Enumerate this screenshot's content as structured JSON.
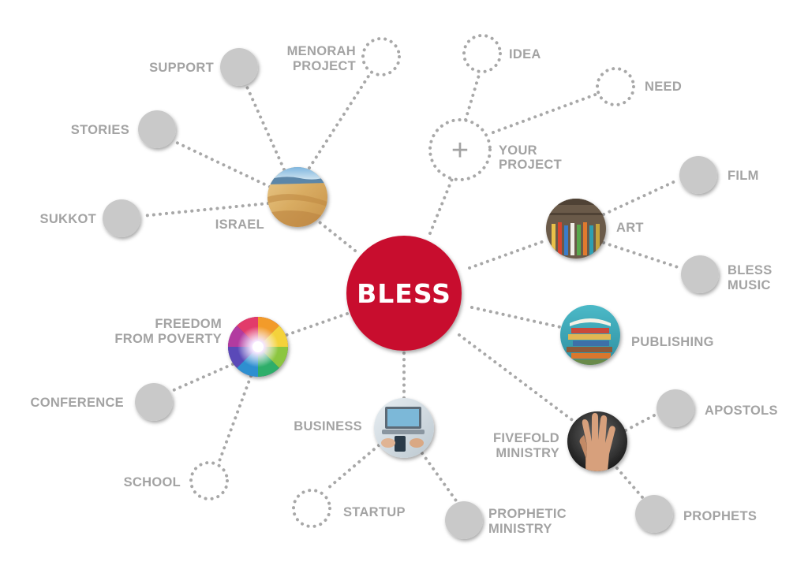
{
  "center": {
    "label": "BLESS",
    "color": "#c8102e"
  },
  "colors": {
    "node_gray": "#c9c9c9",
    "text_gray": "#a3a3a3",
    "dots": "#a8a8a8"
  },
  "nodes": {
    "israel": {
      "label": "ISRAEL"
    },
    "support": {
      "label": "SUPPORT"
    },
    "menorah": {
      "line1": "MENORAH",
      "line2": "PROJECT"
    },
    "stories": {
      "label": "STORIES"
    },
    "sukkot": {
      "label": "SUKKOT"
    },
    "your_project": {
      "line1": "YOUR",
      "line2": "PROJECT",
      "symbol": "+"
    },
    "idea": {
      "label": "IDEA"
    },
    "need": {
      "label": "NEED"
    },
    "art": {
      "label": "ART"
    },
    "film": {
      "label": "FILM"
    },
    "bless_music": {
      "line1": "BLESS",
      "line2": "MUSIC"
    },
    "publishing": {
      "label": "PUBLISHING"
    },
    "freedom": {
      "line1": "FREEDOM",
      "line2": "FROM POVERTY"
    },
    "conference": {
      "label": "CONFERENCE"
    },
    "school": {
      "label": "SCHOOL"
    },
    "business": {
      "label": "BUSINESS"
    },
    "startup": {
      "label": "STARTUP"
    },
    "prophetic": {
      "line1": "PROPHETIC",
      "line2": "MINISTRY"
    },
    "fivefold": {
      "line1": "FIVEFOLD",
      "line2": "MINISTRY"
    },
    "apostols": {
      "label": "APOSTOLS"
    },
    "prophets": {
      "label": "PROPHETS"
    }
  }
}
